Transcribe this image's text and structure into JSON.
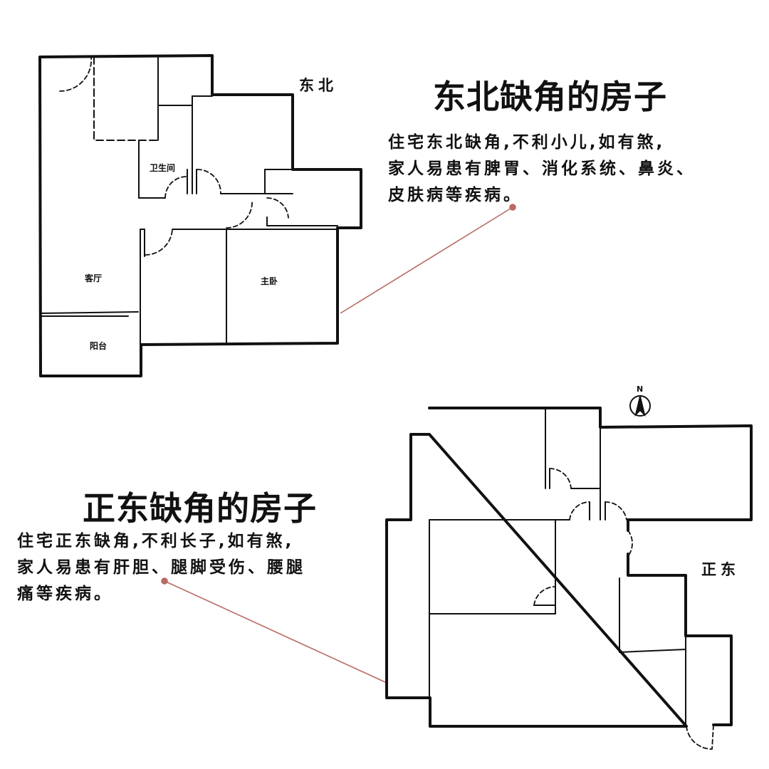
{
  "northeast": {
    "title": "东北缺角的房子",
    "direction": "东北",
    "desc_lines": [
      "住宅东北缺角,不利小儿,如有煞,",
      "家人易患有脾胃、消化系统、鼻炎、",
      "皮肤病等疾病。"
    ],
    "rooms": {
      "bathroom": "卫生间",
      "living": "客厅",
      "bedroom": "主卧",
      "balcony": "阳台"
    }
  },
  "east": {
    "title": "正东缺角的房子",
    "direction": "正东",
    "desc_lines": [
      "住宅正东缺角,不利长子,如有煞,",
      "家人易患有肝胆、腿脚受伤、腰腿",
      "痛等疾病。"
    ]
  },
  "compass": {
    "north": "N"
  },
  "colors": {
    "wall": "#111111",
    "pointer": "#b86a64"
  }
}
